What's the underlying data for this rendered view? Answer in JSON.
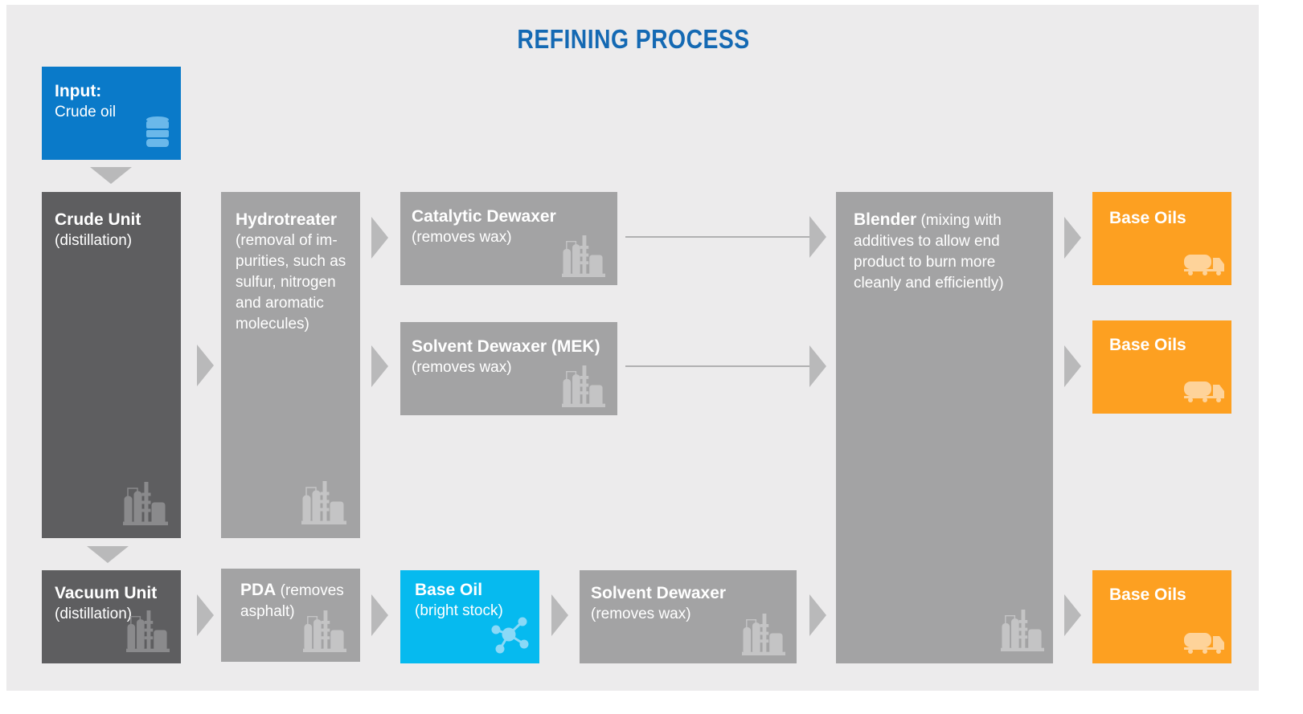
{
  "title": "REFINING PROCESS",
  "colors": {
    "title": "#1469b3",
    "input_box": "#0a7ac9",
    "dark_unit": "#5e5e60",
    "gray_unit": "#a3a3a4",
    "base_oil_bright": "#06baef",
    "base_oils_output": "#fda021",
    "arrow": "#b9b9ba"
  },
  "input": {
    "heading": "Input:",
    "body": "Crude oil",
    "icon": "oil-barrel-icon"
  },
  "crude_unit": {
    "heading": "Crude Unit",
    "body": "(distillation)",
    "icon": "refinery-icon"
  },
  "hydrotreater": {
    "heading": "Hydrotreater",
    "body": "(removal of im-purities, such as sulfur, nitrogen and aromatic molecules)",
    "icon": "refinery-icon"
  },
  "catalytic_dewaxer": {
    "heading": "Catalytic Dewaxer",
    "body": "(removes wax)",
    "icon": "refinery-icon"
  },
  "solvent_dewaxer_mek": {
    "heading": "Solvent Dewaxer (MEK)",
    "body": "(removes wax)",
    "icon": "refinery-icon"
  },
  "blender": {
    "heading": "Blender",
    "body": "(mixing with additives to allow end product to burn more cleanly and efficiently)",
    "icon": "refinery-icon"
  },
  "base_oils": [
    {
      "heading": "Base Oils",
      "icon": "tanker-truck-icon"
    },
    {
      "heading": "Base Oils",
      "icon": "tanker-truck-icon"
    },
    {
      "heading": "Base Oils",
      "icon": "tanker-truck-icon"
    }
  ],
  "vacuum_unit": {
    "heading": "Vacuum Unit",
    "body": "(distillation)",
    "icon": "refinery-icon"
  },
  "pda": {
    "heading": "PDA",
    "body": "(removes asphalt)",
    "icon": "refinery-icon"
  },
  "base_oil_bright": {
    "heading": "Base Oil",
    "body": "(bright stock)",
    "icon": "molecule-icon"
  },
  "solvent_dewaxer": {
    "heading": "Solvent Dewaxer",
    "body": "(removes wax)",
    "icon": "refinery-icon"
  }
}
